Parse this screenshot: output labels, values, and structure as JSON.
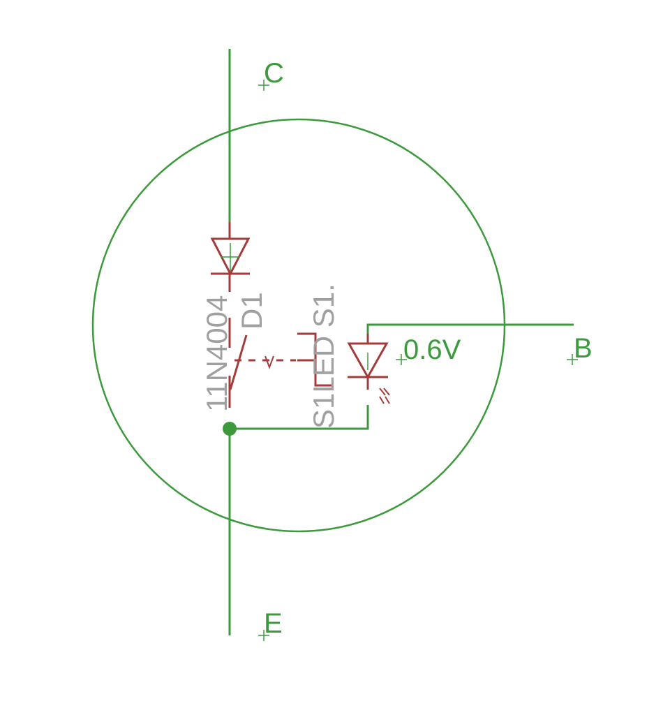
{
  "colors": {
    "wire": "#3c9a3c",
    "symbol": "#a33b3b",
    "label_gray": "#a0a0a0",
    "background": "#ffffff"
  },
  "pins": {
    "collector": "C",
    "base": "B",
    "emitter": "E"
  },
  "labels": {
    "voltage": "0.6V",
    "diode_value": "11N4004",
    "diode_name": "D1",
    "switch_led_name": "S1LED S1."
  },
  "icons": {
    "diode": "diode-icon",
    "led": "led-icon",
    "switch": "switch-icon",
    "junction": "junction-dot-icon",
    "origin": "origin-cross-icon"
  }
}
